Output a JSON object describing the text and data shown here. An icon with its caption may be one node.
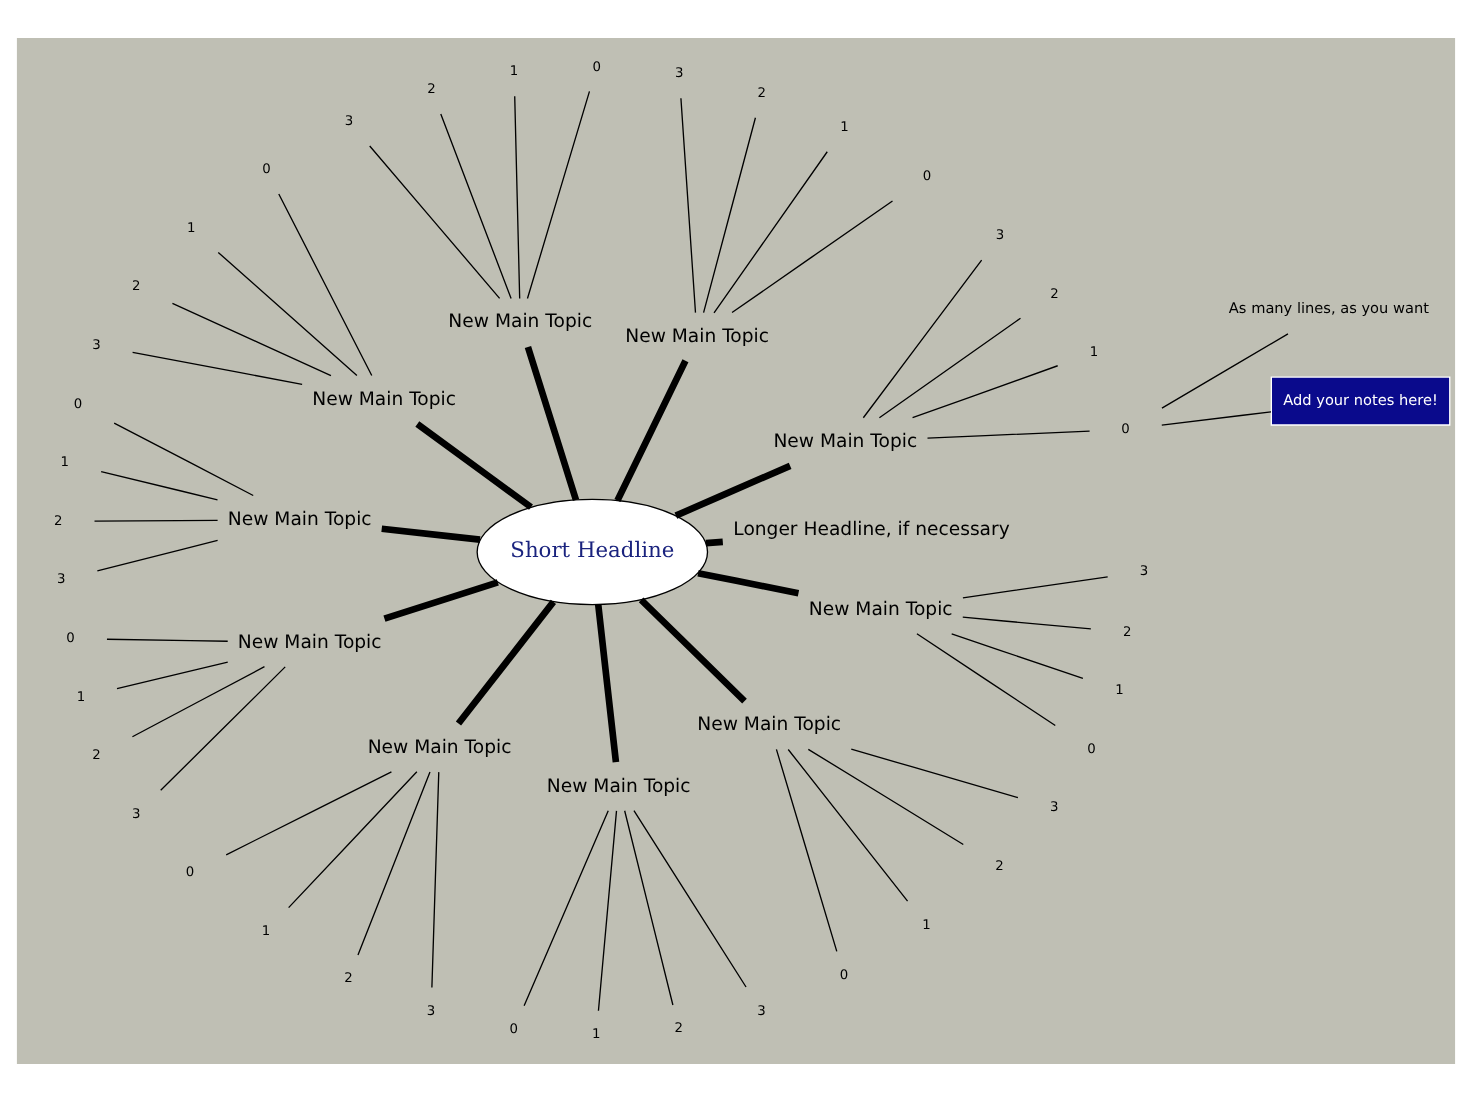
{
  "diagram": {
    "nodes": [
      {
        "text": [
          "Short Headline"
        ]
      },
      {
        "text": [
          "Longer Headline, if necessary"
        ]
      },
      {
        "text": [
          "New Main Topic"
        ]
      },
      {
        "text": [
          "0"
        ]
      },
      {
        "text": [
          "1"
        ]
      },
      {
        "text": [
          "2"
        ]
      },
      {
        "text": [
          "3"
        ]
      },
      {
        "text": [
          "Add your notes here!"
        ]
      },
      {
        "text": [
          "As many lines, as you want"
        ]
      },
      {
        "text": [
          "New Main Topic"
        ]
      },
      {
        "text": [
          "0"
        ]
      },
      {
        "text": [
          "1"
        ]
      },
      {
        "text": [
          "2"
        ]
      },
      {
        "text": [
          "3"
        ]
      },
      {
        "text": [
          "New Main Topic"
        ]
      },
      {
        "text": [
          "0"
        ]
      },
      {
        "text": [
          "1"
        ]
      },
      {
        "text": [
          "2"
        ]
      },
      {
        "text": [
          "3"
        ]
      },
      {
        "text": [
          "New Main Topic"
        ]
      },
      {
        "text": [
          "0"
        ]
      },
      {
        "text": [
          "1"
        ]
      },
      {
        "text": [
          "2"
        ]
      },
      {
        "text": [
          "3"
        ]
      },
      {
        "text": [
          "New Main Topic"
        ]
      },
      {
        "text": [
          "0"
        ]
      },
      {
        "text": [
          "1"
        ]
      },
      {
        "text": [
          "2"
        ]
      },
      {
        "text": [
          "3"
        ]
      },
      {
        "text": [
          "New Main Topic"
        ]
      },
      {
        "text": [
          "0"
        ]
      },
      {
        "text": [
          "1"
        ]
      },
      {
        "text": [
          "2"
        ]
      },
      {
        "text": [
          "3"
        ]
      },
      {
        "text": [
          "New Main Topic"
        ]
      },
      {
        "text": [
          "0"
        ]
      },
      {
        "text": [
          "1"
        ]
      },
      {
        "text": [
          "2"
        ]
      },
      {
        "text": [
          "3"
        ]
      },
      {
        "text": [
          "New Main Topic"
        ]
      },
      {
        "text": [
          "0"
        ]
      },
      {
        "text": [
          "1"
        ]
      },
      {
        "text": [
          "2"
        ]
      },
      {
        "text": [
          "3"
        ]
      },
      {
        "text": [
          "New Main Topic"
        ]
      },
      {
        "text": [
          "0"
        ]
      },
      {
        "text": [
          "1"
        ]
      },
      {
        "text": [
          "2"
        ]
      },
      {
        "text": [
          "3"
        ]
      },
      {
        "text": [
          "New Main Topic"
        ]
      },
      {
        "text": [
          "0"
        ]
      },
      {
        "text": [
          "1"
        ]
      },
      {
        "text": [
          "2"
        ]
      },
      {
        "text": [
          "3"
        ]
      }
    ],
    "edges": [
      {
        "from": 0,
        "to": 1,
        "arrow": "none",
        "style": "thick"
      },
      {
        "from": 0,
        "to": 2,
        "arrow": "none",
        "style": "thick"
      },
      {
        "from": 2,
        "to": 3,
        "arrow": "none"
      },
      {
        "from": 2,
        "to": 4,
        "arrow": "none"
      },
      {
        "from": 2,
        "to": 5,
        "arrow": "none"
      },
      {
        "from": 2,
        "to": 6,
        "arrow": "none"
      },
      {
        "from": 3,
        "to": 7,
        "arrow": "none"
      },
      {
        "from": 3,
        "to": 8,
        "arrow": "none"
      },
      {
        "from": 0,
        "to": 9,
        "arrow": "none",
        "style": "thick"
      },
      {
        "from": 9,
        "to": 10,
        "arrow": "none"
      },
      {
        "from": 9,
        "to": 11,
        "arrow": "none"
      },
      {
        "from": 9,
        "to": 12,
        "arrow": "none"
      },
      {
        "from": 9,
        "to": 13,
        "arrow": "none"
      },
      {
        "from": 0,
        "to": 14,
        "arrow": "none",
        "style": "thick"
      },
      {
        "from": 14,
        "to": 15,
        "arrow": "none"
      },
      {
        "from": 14,
        "to": 16,
        "arrow": "none"
      },
      {
        "from": 14,
        "to": 17,
        "arrow": "none"
      },
      {
        "from": 14,
        "to": 18,
        "arrow": "none"
      },
      {
        "from": 0,
        "to": 19,
        "arrow": "none",
        "style": "thick"
      },
      {
        "from": 19,
        "to": 20,
        "arrow": "none"
      },
      {
        "from": 19,
        "to": 21,
        "arrow": "none"
      },
      {
        "from": 19,
        "to": 22,
        "arrow": "none"
      },
      {
        "from": 19,
        "to": 23,
        "arrow": "none"
      },
      {
        "from": 0,
        "to": 24,
        "arrow": "none",
        "style": "thick"
      },
      {
        "from": 24,
        "to": 25,
        "arrow": "none"
      },
      {
        "from": 24,
        "to": 26,
        "arrow": "none"
      },
      {
        "from": 24,
        "to": 27,
        "arrow": "none"
      },
      {
        "from": 24,
        "to": 28,
        "arrow": "none"
      },
      {
        "from": 0,
        "to": 29,
        "arrow": "none",
        "style": "thick"
      },
      {
        "from": 29,
        "to": 30,
        "arrow": "none"
      },
      {
        "from": 29,
        "to": 31,
        "arrow": "none"
      },
      {
        "from": 29,
        "to": 32,
        "arrow": "none"
      },
      {
        "from": 29,
        "to": 33,
        "arrow": "none"
      },
      {
        "from": 0,
        "to": 34,
        "arrow": "none",
        "style": "thick"
      },
      {
        "from": 34,
        "to": 35,
        "arrow": "none"
      },
      {
        "from": 34,
        "to": 36,
        "arrow": "none"
      },
      {
        "from": 34,
        "to": 37,
        "arrow": "none"
      },
      {
        "from": 34,
        "to": 38,
        "arrow": "none"
      },
      {
        "from": 0,
        "to": 39,
        "arrow": "none",
        "style": "thick"
      },
      {
        "from": 39,
        "to": 40,
        "arrow": "none"
      },
      {
        "from": 39,
        "to": 41,
        "arrow": "none"
      },
      {
        "from": 39,
        "to": 42,
        "arrow": "none"
      },
      {
        "from": 39,
        "to": 43,
        "arrow": "none"
      },
      {
        "from": 0,
        "to": 44,
        "arrow": "none",
        "style": "thick"
      },
      {
        "from": 44,
        "to": 45,
        "arrow": "none"
      },
      {
        "from": 44,
        "to": 46,
        "arrow": "none"
      },
      {
        "from": 44,
        "to": 47,
        "arrow": "none"
      },
      {
        "from": 44,
        "to": 48,
        "arrow": "none"
      },
      {
        "from": 0,
        "to": 49,
        "arrow": "none",
        "style": "thick"
      },
      {
        "from": 49,
        "to": 50,
        "arrow": "none"
      },
      {
        "from": 49,
        "to": 51,
        "arrow": "none"
      },
      {
        "from": 49,
        "to": 52,
        "arrow": "none"
      },
      {
        "from": 49,
        "to": 53,
        "arrow": "none"
      }
    ]
  }
}
